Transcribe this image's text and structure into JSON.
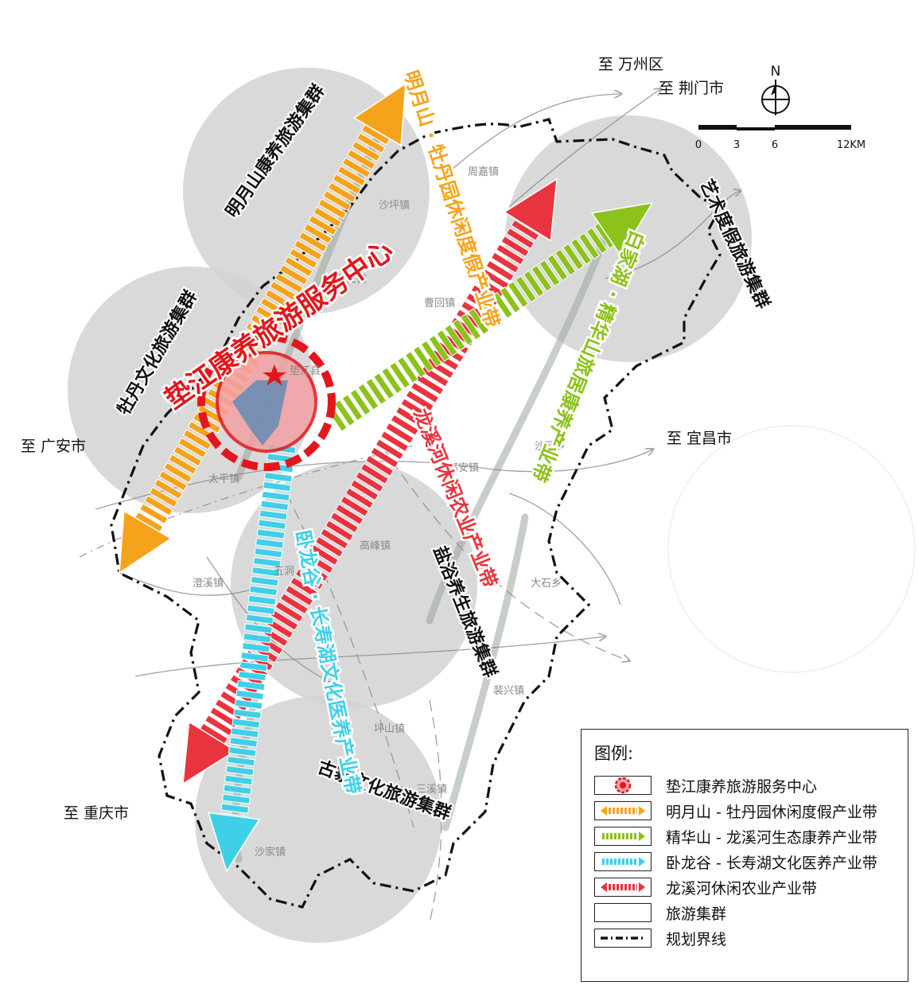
{
  "colors": {
    "orange": "#f5a31a",
    "green": "#8cc21b",
    "cyan": "#3fd0e8",
    "red": "#e8343e",
    "center_red": "#e3161c",
    "cluster_fill": "#d2d2d2",
    "boundary": "#111111"
  },
  "compass": {
    "north_label": "N"
  },
  "scale_bar": {
    "ticks": [
      "0",
      "3",
      "6",
      "12KM"
    ]
  },
  "destinations": {
    "wanzhou": "至 万州区",
    "jingmen": "至 荆门市",
    "guangan": "至 广安市",
    "yichang": "至 宜昌市",
    "chongqing": "至 重庆市"
  },
  "towns": {
    "zhoujia": "周嘉镇",
    "shaping": "沙坪镇",
    "xinmin": "新民镇",
    "caohui": "曹回镇",
    "dianjiang": "垫江县",
    "gaoan": "高安镇",
    "shahe": "沙河乡",
    "taiping": "太平镇",
    "wuqi": "五洞",
    "zhuxi": "澄溪镇",
    "gaofeng": "高峰镇",
    "dashi": "大石乡",
    "peixing": "裴兴镇",
    "pingshan": "坪山镇",
    "sanxi": "三溪镇",
    "shajia": "沙家镇"
  },
  "clusters": {
    "mingyue": "明月山康养旅游集群",
    "mudan": "牡丹文化旅游集群",
    "art": "艺术度假旅游集群",
    "salt": "盐浴养生旅游集群",
    "guzhai": "古寨文化旅游集群"
  },
  "belts": {
    "orange": "明月山 · 牡丹园休闲度假产业带",
    "green": "白家湖 · 精华山旅居康养产业带",
    "red": "龙溪河休闲农业产业带",
    "cyan": "卧龙谷 · 长寿湖文化医养产业带"
  },
  "center": {
    "label": "垫江康养旅游服务中心"
  },
  "legend": {
    "title": "图例:",
    "items": [
      {
        "key": "center",
        "label": "垫江康养旅游服务中心"
      },
      {
        "key": "orange",
        "label": "明月山 - 牡丹园休闲度假产业带"
      },
      {
        "key": "green",
        "label": "精华山 - 龙溪河生态康养产业带"
      },
      {
        "key": "cyan",
        "label": "卧龙谷 - 长寿湖文化医养产业带"
      },
      {
        "key": "red",
        "label": "龙溪河休闲农业产业带"
      },
      {
        "key": "cluster",
        "label": "旅游集群"
      },
      {
        "key": "boundary",
        "label": "规划界线"
      }
    ]
  }
}
